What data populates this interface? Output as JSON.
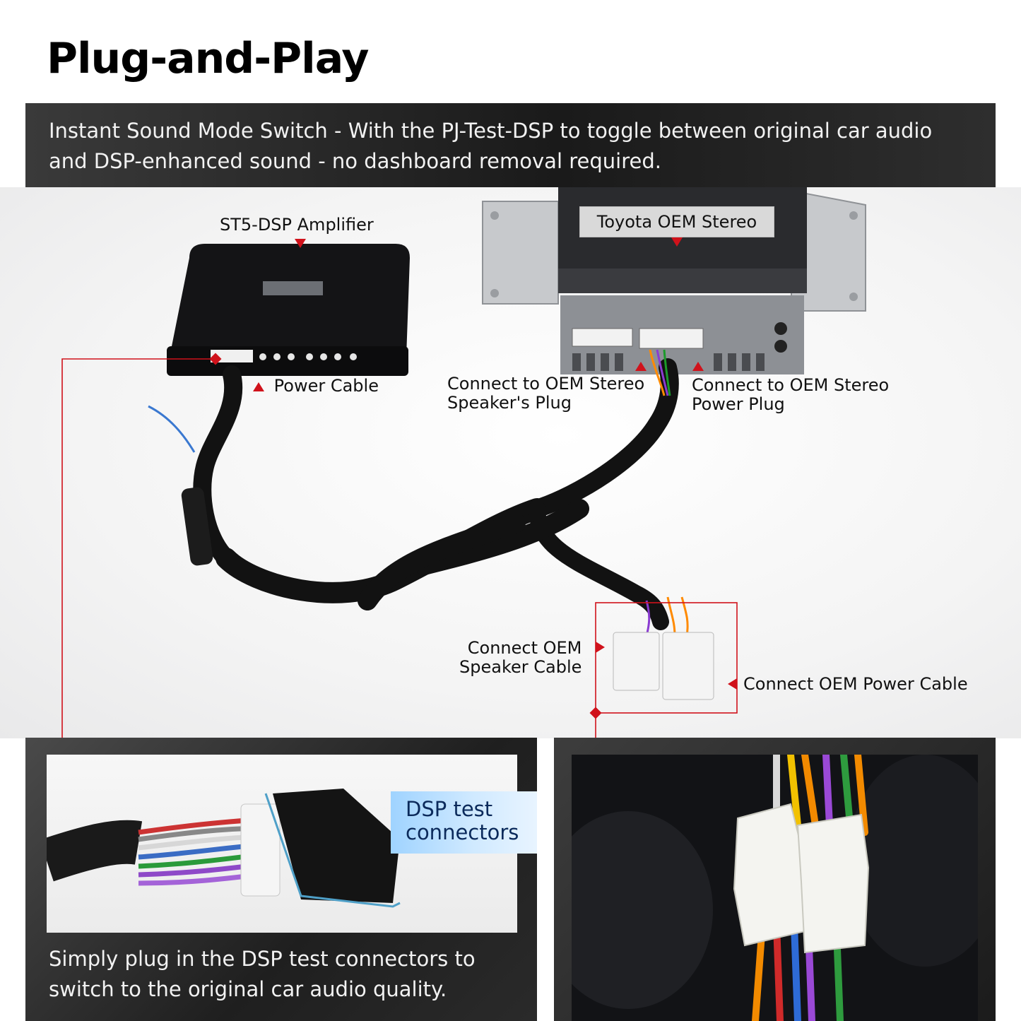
{
  "title": "Plug-and-Play",
  "banner": {
    "text": "Instant Sound Mode Switch - With the PJ-Test-DSP to toggle between original car audio and DSP-enhanced sound - no dashboard removal required."
  },
  "labels": {
    "amplifier": "ST5-DSP Amplifier",
    "stereo": "Toyota OEM Stereo",
    "power_cable": "Power Cable",
    "oem_speaker_plug": "Connect to OEM Stereo\nSpeaker's Plug",
    "oem_power_plug": "Connect to OEM Stereo\nPower Plug",
    "oem_speaker_cable": "Connect OEM\nSpeaker Cable",
    "oem_power_cable": "Connect OEM Power Cable"
  },
  "bottom_left": {
    "badge": "DSP test\nconnectors",
    "caption": "Simply plug in the DSP test connectors to switch to the original car audio quality."
  },
  "colors": {
    "accent_red": "#d0121b",
    "banner_bg": "#1f1f1f",
    "badge_blue": "#bfe2ff"
  }
}
